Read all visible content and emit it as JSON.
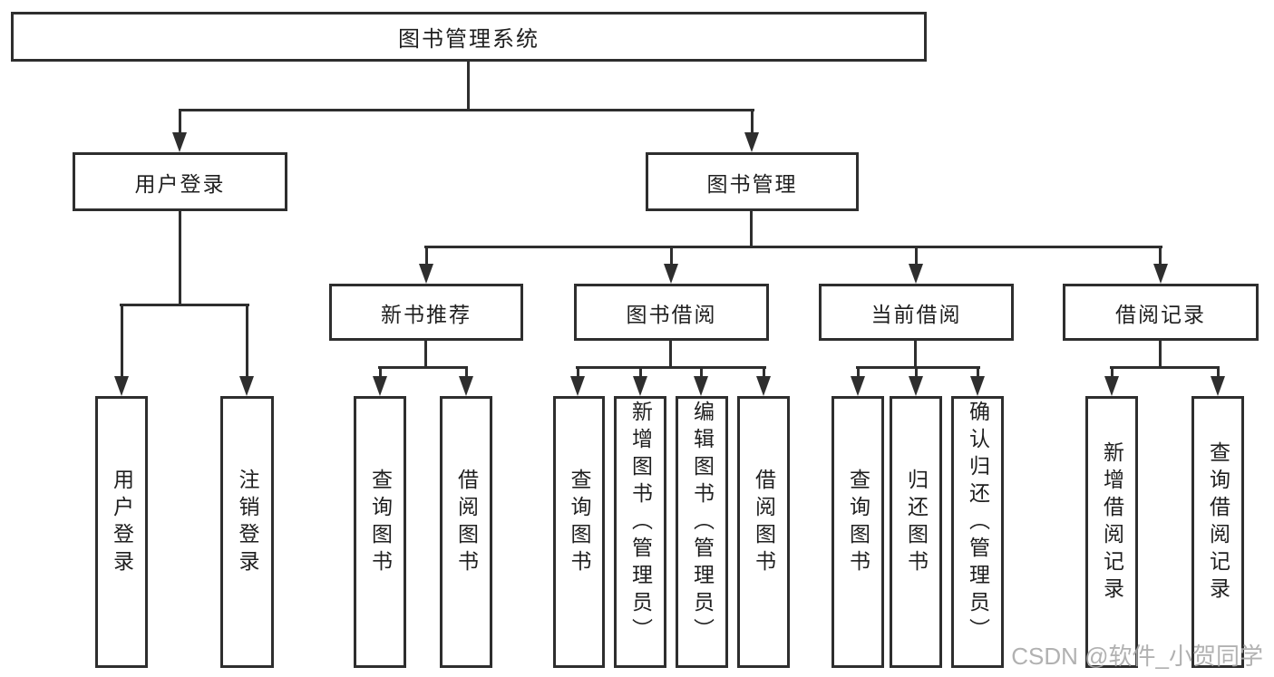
{
  "diagram": {
    "root": {
      "label": "图书管理系统"
    },
    "level2": {
      "user_login": {
        "label": "用户登录"
      },
      "book_mgmt": {
        "label": "图书管理"
      }
    },
    "level3": {
      "new_book": {
        "label": "新书推荐"
      },
      "book_borrow": {
        "label": "图书借阅"
      },
      "current_borrow": {
        "label": "当前借阅"
      },
      "borrow_record": {
        "label": "借阅记录"
      }
    },
    "leaves": {
      "a1": {
        "label": "用户登录"
      },
      "a2": {
        "label": "注销登录"
      },
      "b1": {
        "label": "查询图书"
      },
      "b2": {
        "label": "借阅图书"
      },
      "c1": {
        "label": "查询图书"
      },
      "c2": {
        "label": "新增图书（管理员）"
      },
      "c3": {
        "label": "编辑图书（管理员）"
      },
      "c4": {
        "label": "借阅图书"
      },
      "d1": {
        "label": "查询图书"
      },
      "d2": {
        "label": "归还图书"
      },
      "d3": {
        "label": "确认归还（管理员）"
      },
      "e1": {
        "label": "新增借阅记录"
      },
      "e2": {
        "label": "查询借阅记录"
      }
    }
  },
  "watermark": {
    "text": "CSDN @软件_小贺同学"
  },
  "colors": {
    "line": "#2e2e2e",
    "text": "#1f1f1f",
    "background": "#ffffff",
    "watermark": "#a8a8a8"
  }
}
